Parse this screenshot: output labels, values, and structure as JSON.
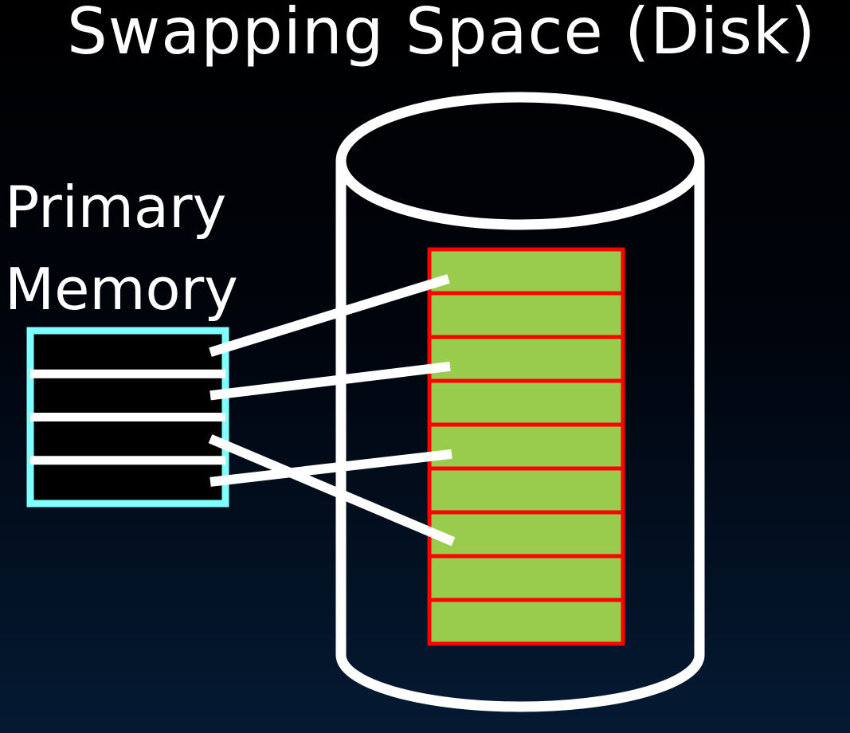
{
  "title": "Swapping Space (Disk)",
  "primary_memory": {
    "label_line1": "Primary",
    "label_line2": "Memory",
    "frame_count": 4,
    "border_color": "#80ffff"
  },
  "disk": {
    "slot_count": 9,
    "slot_fill_color": "#99cc4d",
    "slot_border_color": "#ff0000",
    "outline_color": "#ffffff"
  },
  "mappings": [
    {
      "memory_frame": 1,
      "disk_slot": 1
    },
    {
      "memory_frame": 2,
      "disk_slot": 3
    },
    {
      "memory_frame": 3,
      "disk_slot": 7
    },
    {
      "memory_frame": 4,
      "disk_slot": 5
    }
  ]
}
